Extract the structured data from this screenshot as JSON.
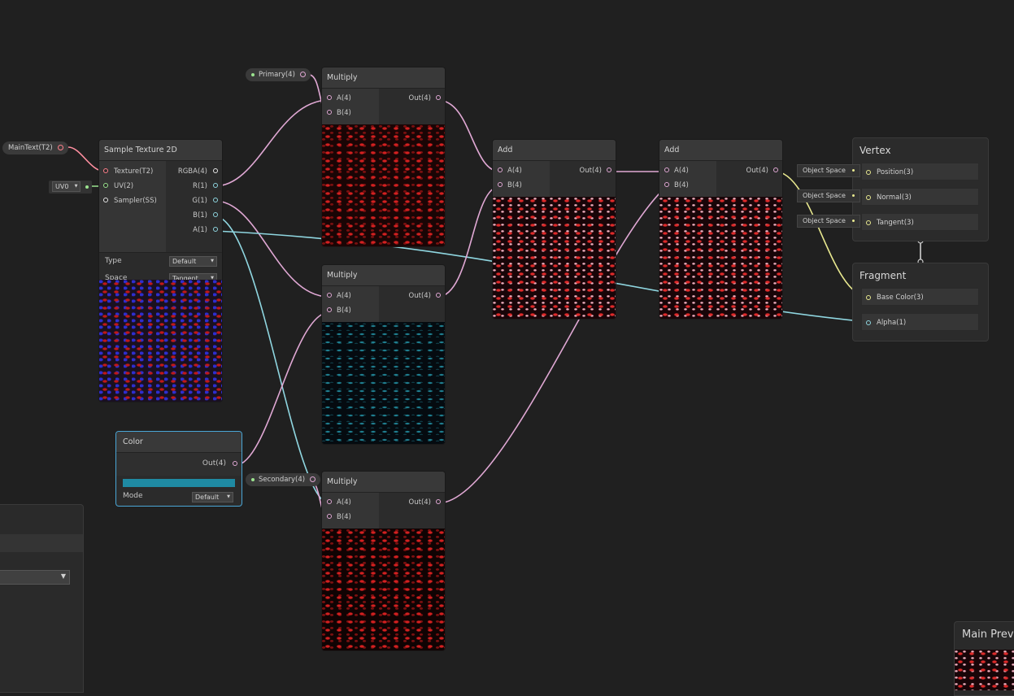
{
  "properties": {
    "main_text": "MainText(T2)",
    "uv_dropdown": "UV0",
    "primary": "Primary(4)",
    "secondary": "Secondary(4)"
  },
  "sample_texture": {
    "title": "Sample Texture 2D",
    "inputs": [
      "Texture(T2)",
      "UV(2)",
      "Sampler(SS)"
    ],
    "outputs": [
      "RGBA(4)",
      "R(1)",
      "G(1)",
      "B(1)",
      "A(1)"
    ],
    "type_label": "Type",
    "type_value": "Default",
    "space_label": "Space",
    "space_value": "Tangent"
  },
  "multiply_nodes": [
    {
      "title": "Multiply",
      "in_a": "A(4)",
      "in_b": "B(4)",
      "out": "Out(4)"
    },
    {
      "title": "Multiply",
      "in_a": "A(4)",
      "in_b": "B(4)",
      "out": "Out(4)"
    },
    {
      "title": "Multiply",
      "in_a": "A(4)",
      "in_b": "B(4)",
      "out": "Out(4)"
    }
  ],
  "add_nodes": [
    {
      "title": "Add",
      "in_a": "A(4)",
      "in_b": "B(4)",
      "out": "Out(4)"
    },
    {
      "title": "Add",
      "in_a": "A(4)",
      "in_b": "B(4)",
      "out": "Out(4)"
    }
  ],
  "color_node": {
    "title": "Color",
    "out": "Out(4)",
    "swatch": "#1f8aa3",
    "mode_label": "Mode",
    "mode_value": "Default"
  },
  "vertex": {
    "title": "Vertex",
    "slots": [
      "Position(3)",
      "Normal(3)",
      "Tangent(3)"
    ],
    "space_tags": [
      "Object Space",
      "Object Space",
      "Object Space"
    ]
  },
  "fragment": {
    "title": "Fragment",
    "slots": [
      "Base Color(3)",
      "Alpha(1)"
    ]
  },
  "main_preview": {
    "title": "Main Prev"
  },
  "colors": {
    "background": "#202020",
    "wire_pink": "#e0a8d4",
    "wire_cyan": "#8fd6e0",
    "wire_yellow": "#e8e88f",
    "selection": "#4aa6d6"
  }
}
